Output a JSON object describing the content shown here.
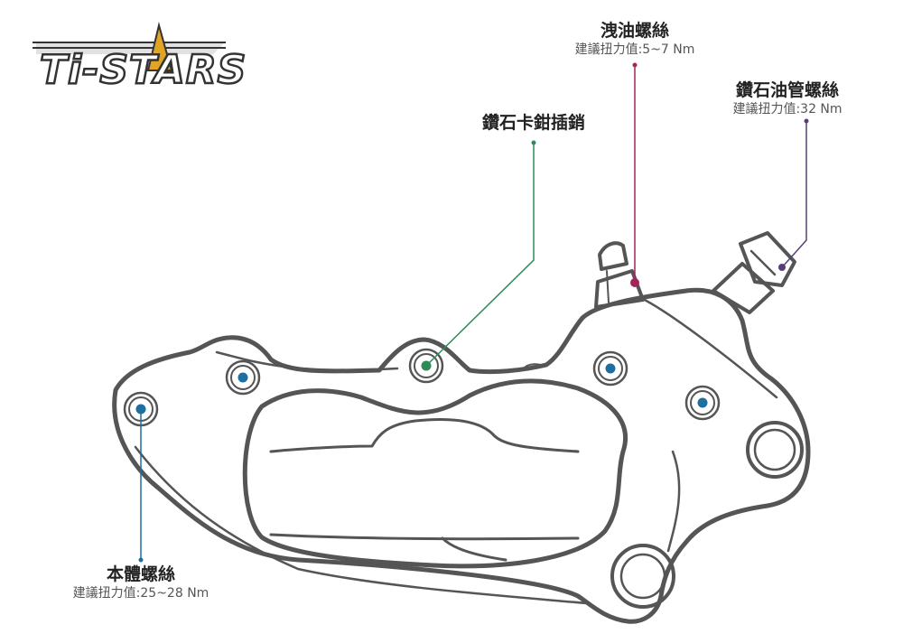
{
  "logo": {
    "text": "Ti-STARS"
  },
  "callouts": {
    "bleed_screw": {
      "title": "洩油螺絲",
      "torque": "建議扭力值:5~7 Nm",
      "color": "#a3255a"
    },
    "caliper_pin": {
      "title": "鑽石卡鉗插銷",
      "color": "#2e8b57"
    },
    "banjo_bolt": {
      "title": "鑽石油管螺絲",
      "torque": "建議扭力值:32 Nm",
      "color": "#5a3d78"
    },
    "body_bolt": {
      "title": "本體螺絲",
      "torque": "建議扭力值:25~28 Nm",
      "color": "#1e6fa0"
    }
  },
  "colors": {
    "outline": "#555555",
    "gold": "#e0a526",
    "accent_blue": "#1e6fa0"
  }
}
